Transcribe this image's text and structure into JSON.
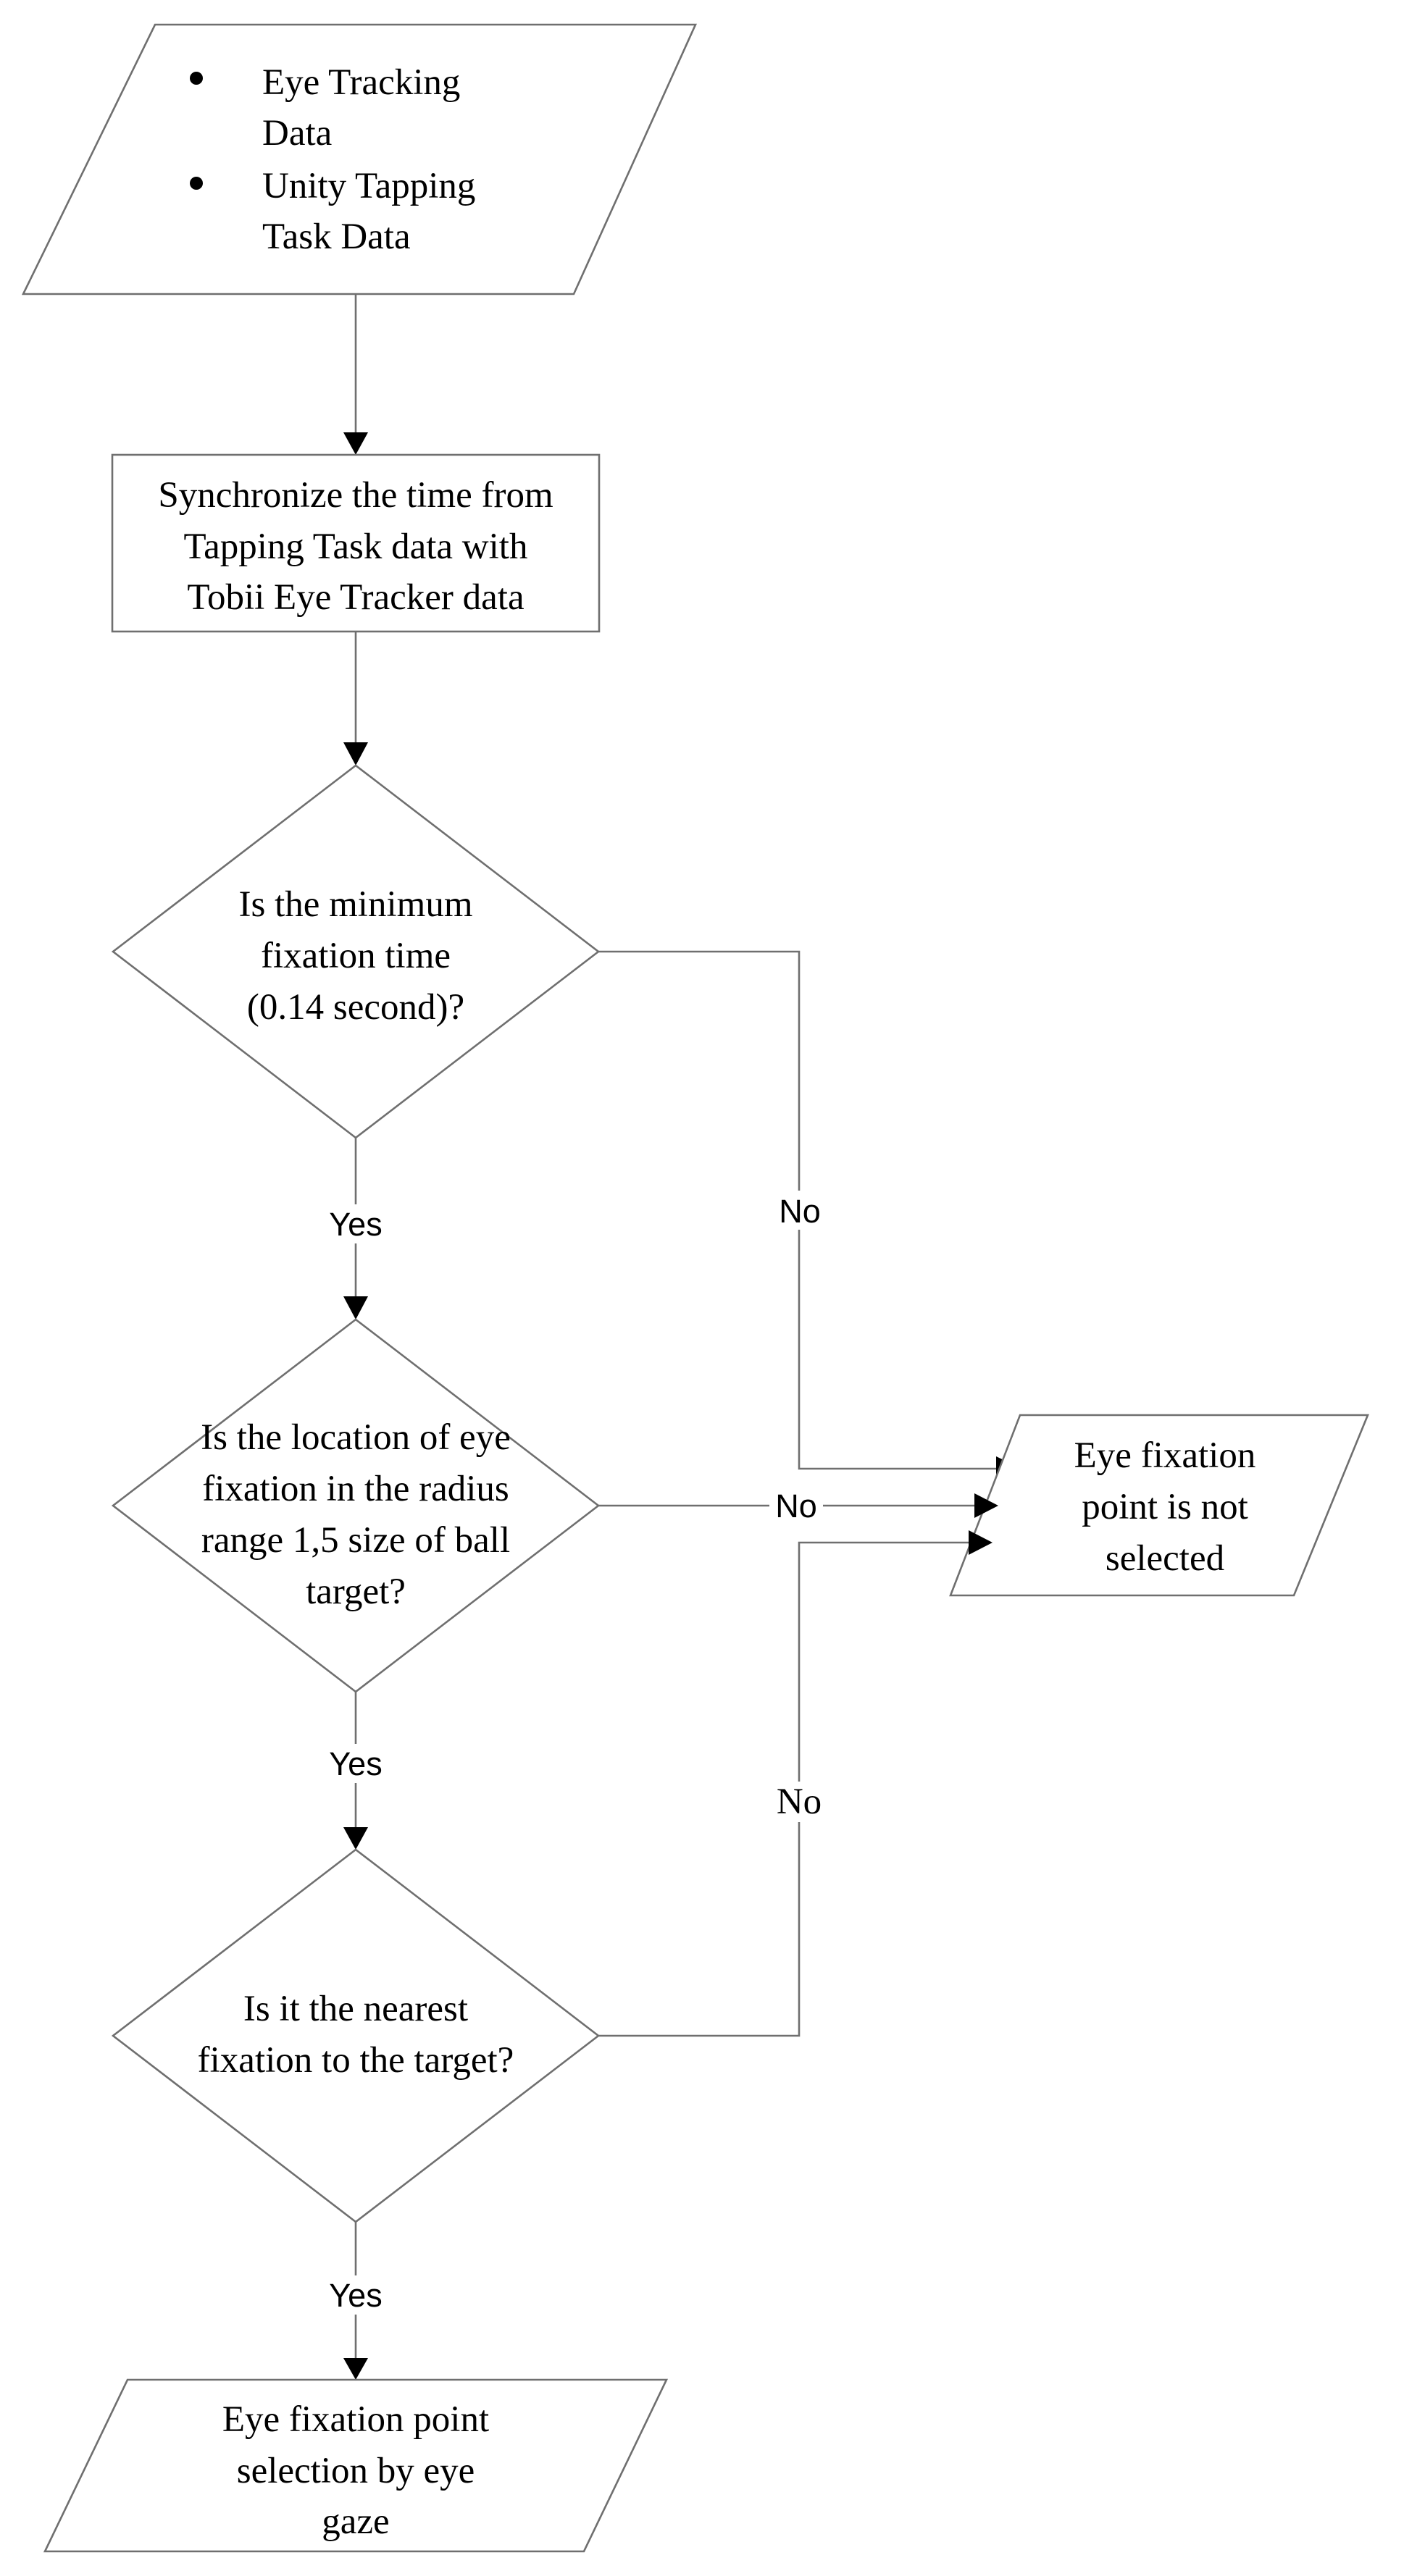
{
  "input_data": {
    "items": [
      "Eye Tracking",
      "Data",
      "Unity Tapping",
      "Task Data"
    ]
  },
  "sync_process": {
    "lines": [
      "Synchronize the time from",
      "Tapping Task data with",
      "Tobii Eye Tracker data"
    ]
  },
  "decision_fixation_time": {
    "lines": [
      "Is the minimum",
      "fixation time",
      "(0.14 second)?"
    ]
  },
  "decision_location": {
    "lines": [
      "Is the location of eye",
      "fixation in the radius",
      "range 1,5 size of ball",
      "target?"
    ]
  },
  "decision_nearest": {
    "lines": [
      "Is it the nearest",
      "fixation to the target?"
    ]
  },
  "not_selected_output": {
    "lines": [
      "Eye fixation",
      "point is not",
      "selected"
    ]
  },
  "final_output": {
    "lines": [
      "Eye fixation point",
      "selection by eye",
      "gaze"
    ]
  },
  "edge_labels": {
    "yes_1": "Yes",
    "yes_2": "Yes",
    "yes_3": "Yes",
    "no_1": "No",
    "no_2": "No",
    "no_3": "No"
  }
}
